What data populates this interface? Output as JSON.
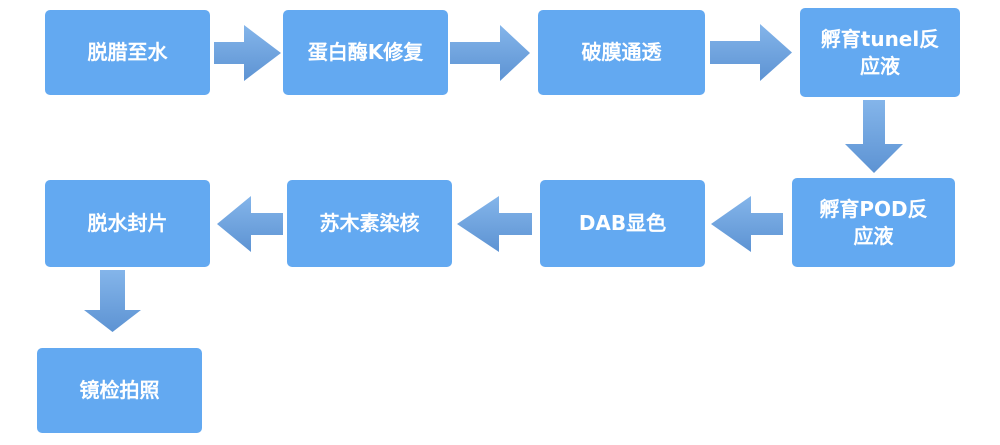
{
  "theme": {
    "background": "#ffffff",
    "node_fill": "#63a9f1",
    "node_text": "#ffffff",
    "arrow_gradient_top": "#84b5ea",
    "arrow_gradient_bottom": "#5d93d3"
  },
  "flowchart": {
    "nodes": [
      {
        "id": "dewax",
        "label": "脱腊至水"
      },
      {
        "id": "proteinase-k",
        "label": "蛋白酶K修复"
      },
      {
        "id": "permeabilize",
        "label": "破膜通透"
      },
      {
        "id": "tunel-incubate",
        "label": "孵育tunel反\n应液"
      },
      {
        "id": "pod-incubate",
        "label": "孵育POD反\n应液"
      },
      {
        "id": "dab-color",
        "label": "DAB显色"
      },
      {
        "id": "hematoxylin",
        "label": "苏木素染核"
      },
      {
        "id": "dehydrate-mount",
        "label": "脱水封片"
      },
      {
        "id": "microscopy",
        "label": "镜检拍照"
      }
    ],
    "connections": [
      {
        "from": "dewax",
        "to": "proteinase-k",
        "direction": "right"
      },
      {
        "from": "proteinase-k",
        "to": "permeabilize",
        "direction": "right"
      },
      {
        "from": "permeabilize",
        "to": "tunel-incubate",
        "direction": "right"
      },
      {
        "from": "tunel-incubate",
        "to": "pod-incubate",
        "direction": "down"
      },
      {
        "from": "pod-incubate",
        "to": "dab-color",
        "direction": "left"
      },
      {
        "from": "dab-color",
        "to": "hematoxylin",
        "direction": "left"
      },
      {
        "from": "hematoxylin",
        "to": "dehydrate-mount",
        "direction": "left"
      },
      {
        "from": "dehydrate-mount",
        "to": "microscopy",
        "direction": "down"
      }
    ]
  }
}
